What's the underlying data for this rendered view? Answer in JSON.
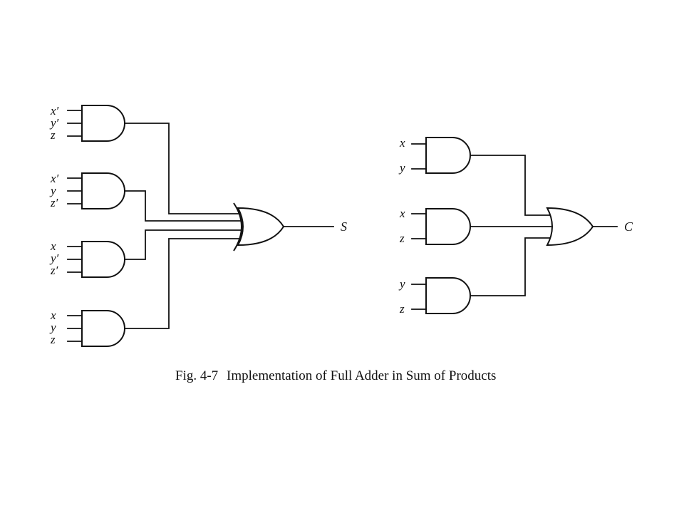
{
  "caption": {
    "number": "Fig. 4-7",
    "title": "Implementation of Full Adder in Sum of Products"
  },
  "sum_circuit": {
    "output": "S",
    "gates": [
      {
        "type": "AND",
        "inputs": [
          "x′",
          "y′",
          "z"
        ]
      },
      {
        "type": "AND",
        "inputs": [
          "x′",
          "y",
          "z′"
        ]
      },
      {
        "type": "AND",
        "inputs": [
          "x",
          "y′",
          "z′"
        ]
      },
      {
        "type": "AND",
        "inputs": [
          "x",
          "y",
          "z"
        ]
      }
    ],
    "combiner": "OR"
  },
  "carry_circuit": {
    "output": "C",
    "gates": [
      {
        "type": "AND",
        "inputs": [
          "x",
          "y"
        ]
      },
      {
        "type": "AND",
        "inputs": [
          "x",
          "z"
        ]
      },
      {
        "type": "AND",
        "inputs": [
          "y",
          "z"
        ]
      }
    ],
    "combiner": "OR"
  }
}
